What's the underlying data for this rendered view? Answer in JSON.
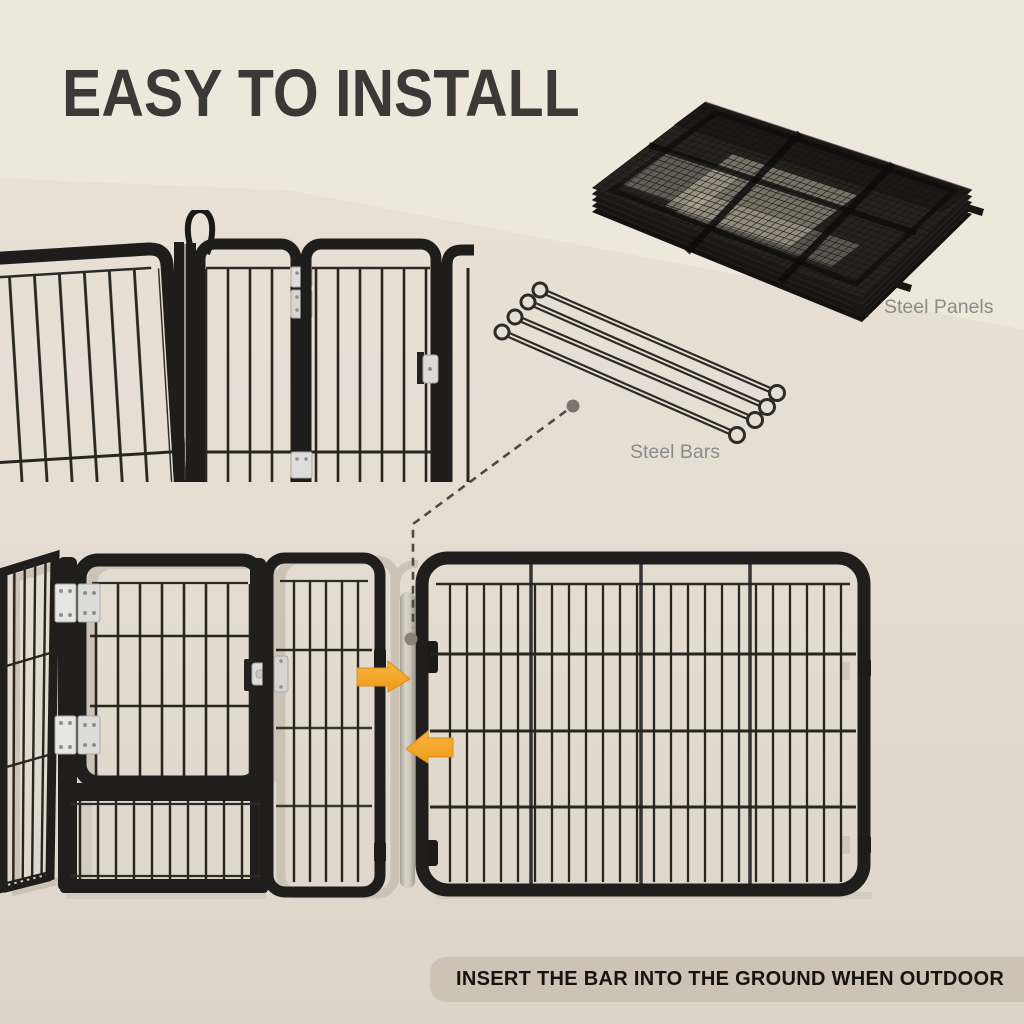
{
  "title": {
    "text": "EASY TO INSTALL"
  },
  "callouts": {
    "steel_panels": "Steel Panels",
    "steel_bars": "Steel Bars"
  },
  "footer": {
    "note": "INSERT THE BAR INTO THE GROUND WHEN OUTDOOR"
  },
  "icons": {
    "push_right_arrow": "▶",
    "push_left_arrow": "◀",
    "callout_dot_top": "●",
    "callout_dot_bottom": "●",
    "dashed_connector": "┆"
  },
  "colors": {
    "accent_orange": "#f6a62a",
    "background_top": "#eee7dc",
    "background_bottom": "#ddd5c9",
    "footer_bar": "#ccc2b5",
    "title_text": "#3b3836",
    "label_gray": "#8b8b88",
    "fence_black": "#201e1c",
    "steel_bar_gray": "#c2bbb1",
    "hinge_silver": "#e6e6e4",
    "ghost_gray": "#c8bfb2"
  }
}
